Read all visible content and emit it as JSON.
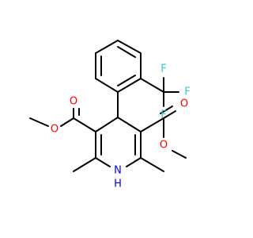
{
  "molecule": {
    "colors": {
      "bond": "#000000",
      "oxygen": "#ff0000",
      "fluorine": "#33cccc",
      "nitrogen": "#0000ff",
      "background": "#ffffff"
    },
    "labels": {
      "o_ester1_carbonyl": "O",
      "o_ester1_ether": "O",
      "o_ester2_carbonyl": "O",
      "o_ester2_ether": "O",
      "f1": "F",
      "f2": "F",
      "f3": "F",
      "nh_n": "N",
      "nh_h": "H"
    }
  }
}
